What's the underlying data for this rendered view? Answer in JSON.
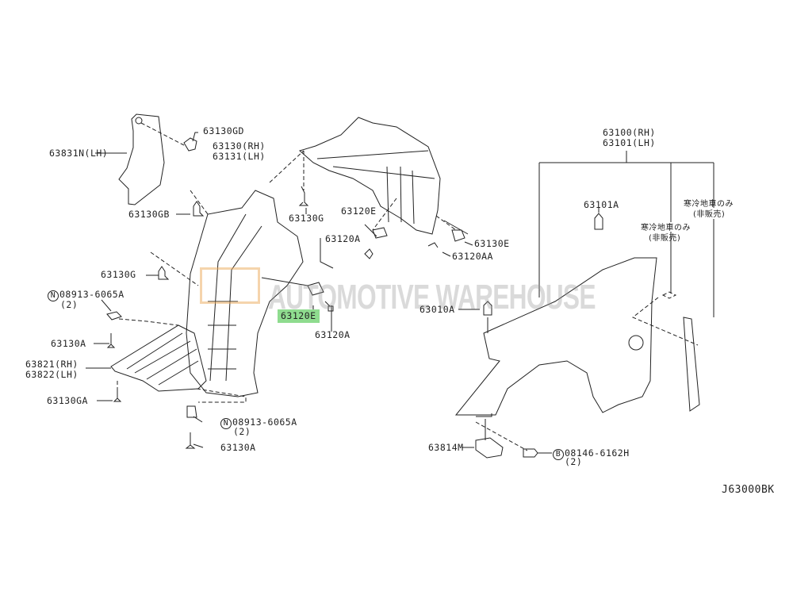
{
  "labels": {
    "p63130GD": "63130GD",
    "p63130_rh": "63130(RH)",
    "p63131_lh": "63131(LH)",
    "p63831N": "63831N(LH)",
    "p63130GB": "63130GB",
    "p63130G_left": "63130G",
    "n08913_top": "08913-6065A",
    "n08913_top_qty": "(2)",
    "p63130A_left": "63130A",
    "p63821_rh": "63821(RH)",
    "p63822_lh": "63822(LH)",
    "p63130GA": "63130GA",
    "n08913_bottom": "08913-6065A",
    "n08913_bottom_qty": "(2)",
    "p63130A_bottom": "63130A",
    "p63130G_center": "63130G",
    "p63120E_upper": "63120E",
    "p63120A_upper": "63120A",
    "p63130E": "63130E",
    "p63120AA": "63120AA",
    "p63120E_highlight": "63120E",
    "p63120A_lower": "63120A",
    "p63010A": "63010A",
    "p63100_rh": "63100(RH)",
    "p63101_lh": "63101(LH)",
    "p63101A": "63101A",
    "jp_cold_1": "寒冷地車のみ",
    "jp_notsold_1": "(非販売)",
    "jp_cold_2": "寒冷地車のみ",
    "jp_notsold_2": "(非販売)",
    "p63814M": "63814M",
    "b08146": "08146-6162H",
    "b08146_qty": "(2)",
    "diagram_code": "J63000BK"
  },
  "symbols": {
    "n": "N",
    "b": "B"
  },
  "watermark": "AUTOMOTIVE WAREHOUSE",
  "colors": {
    "highlight": "#8fdc8f",
    "line": "#222222",
    "watermark": "#969696"
  }
}
